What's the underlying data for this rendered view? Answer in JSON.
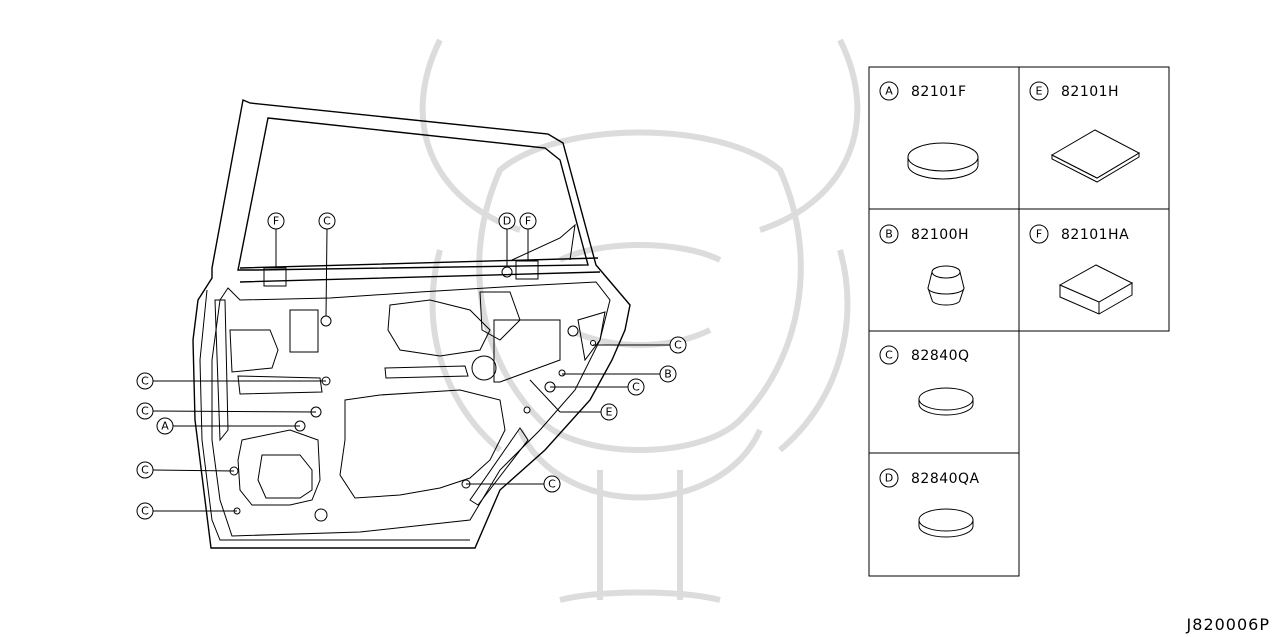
{
  "diagram_code": "J820006P",
  "callouts": [
    {
      "id": "co-f-1",
      "letter": "F"
    },
    {
      "id": "co-c-1",
      "letter": "C"
    },
    {
      "id": "co-d-1",
      "letter": "D"
    },
    {
      "id": "co-f-2",
      "letter": "F"
    },
    {
      "id": "co-c-2",
      "letter": "C"
    },
    {
      "id": "co-b-1",
      "letter": "B"
    },
    {
      "id": "co-c-3",
      "letter": "C"
    },
    {
      "id": "co-e-1",
      "letter": "E"
    },
    {
      "id": "co-c-4",
      "letter": "C"
    },
    {
      "id": "co-c-5",
      "letter": "C"
    },
    {
      "id": "co-a-1",
      "letter": "A"
    },
    {
      "id": "co-c-6",
      "letter": "C"
    },
    {
      "id": "co-c-7",
      "letter": "C"
    },
    {
      "id": "co-c-8",
      "letter": "C"
    }
  ],
  "legend": [
    {
      "letter": "A",
      "part_number": "82101F",
      "icon": "round-flat-plug"
    },
    {
      "letter": "E",
      "part_number": "82101H",
      "icon": "square-flat-pad"
    },
    {
      "letter": "B",
      "part_number": "82100H",
      "icon": "tall-round-plug"
    },
    {
      "letter": "F",
      "part_number": "82101HA",
      "icon": "square-thick-pad"
    },
    {
      "letter": "C",
      "part_number": "82840Q",
      "icon": "round-flat-plug-small"
    },
    {
      "letter": "D",
      "part_number": "82840QA",
      "icon": "round-flat-plug-small"
    }
  ]
}
